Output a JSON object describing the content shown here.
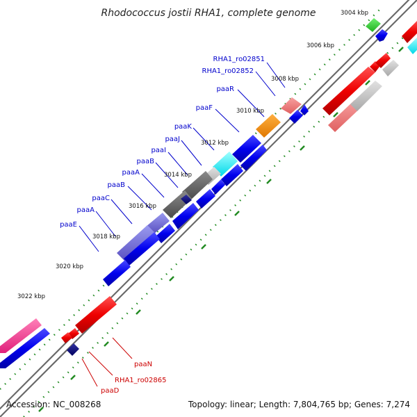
{
  "title": "Rhodococcus jostii RHA1, complete genome",
  "accession": "Accession: NC_008268",
  "topology": "Topology: linear; Length: 7,804,765 bp; Genes: 7,274",
  "scale": {
    "ticks": [
      {
        "label": "3004 kbp"
      },
      {
        "label": "3006 kbp"
      },
      {
        "label": "3008 kbp"
      },
      {
        "label": "3010 kbp"
      },
      {
        "label": "3012 kbp"
      },
      {
        "label": "3014 kbp"
      },
      {
        "label": "3016 kbp"
      },
      {
        "label": "3018 kbp"
      },
      {
        "label": "3020 kbp"
      },
      {
        "label": "3022 kbp"
      }
    ]
  },
  "labels": {
    "blue": [
      "RHA1_ro02851",
      "RHA1_ro02852",
      "paaR",
      "paaF",
      "paaK",
      "paaJ",
      "paaI",
      "paaB",
      "paaA",
      "paaB",
      "paaC",
      "paaA",
      "paaE"
    ],
    "red": [
      "paaN",
      "RHA1_ro02865",
      "paaD"
    ]
  },
  "colors": {
    "label_blue": "#0000cc",
    "label_red": "#cc0000",
    "gene_blue": "#0000ee",
    "gene_red": "#ee0000",
    "backbone": "#888888",
    "tick_green": "#228b22"
  }
}
